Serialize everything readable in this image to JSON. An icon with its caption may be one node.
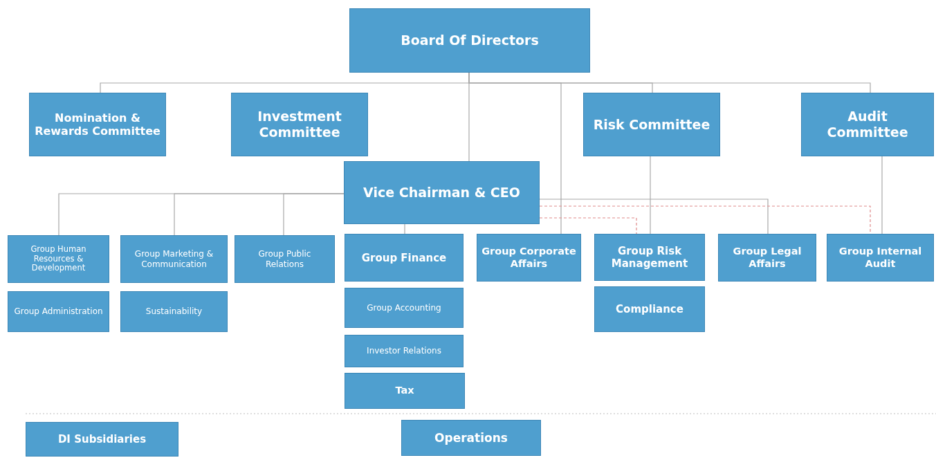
{
  "diagram": {
    "nodes": [
      {
        "text": [
          "Board Of Directors"
        ]
      },
      {
        "text": [
          "Nomination & Rewards Committee"
        ]
      },
      {
        "text": [
          "Investment Committee"
        ]
      },
      {
        "text": [
          "Risk Committee"
        ]
      },
      {
        "text": [
          "Audit Committee"
        ]
      },
      {
        "text": [
          "Vice Chairman & CEO"
        ]
      },
      {
        "text": [
          "Group Human Resources & Development"
        ]
      },
      {
        "text": [
          "Group Marketing & Communication"
        ]
      },
      {
        "text": [
          "Group Public Relations"
        ]
      },
      {
        "text": [
          "Group Finance"
        ]
      },
      {
        "text": [
          "Group Corporate Affairs"
        ]
      },
      {
        "text": [
          "Group Risk Management"
        ]
      },
      {
        "text": [
          "Group Legal Affairs"
        ]
      },
      {
        "text": [
          "Group Internal Audit"
        ]
      },
      {
        "text": [
          "Group Administration"
        ]
      },
      {
        "text": [
          "Sustainability"
        ]
      },
      {
        "text": [
          "Group Accounting"
        ]
      },
      {
        "text": [
          "Investor Relations"
        ]
      },
      {
        "text": [
          "Tax"
        ]
      },
      {
        "text": [
          "Compliance"
        ]
      },
      {
        "text": [
          "DI Subsidiaries"
        ]
      },
      {
        "text": [
          "Operations"
        ]
      }
    ],
    "edges": [
      {
        "from": 0,
        "to": 1,
        "arrow": "none"
      },
      {
        "from": 0,
        "to": 3,
        "arrow": "none"
      },
      {
        "from": 0,
        "to": 4,
        "arrow": "none"
      },
      {
        "from": 0,
        "to": 5,
        "arrow": "none"
      },
      {
        "from": 0,
        "to": 10,
        "arrow": "none"
      },
      {
        "from": 3,
        "to": 11,
        "arrow": "none"
      },
      {
        "from": 4,
        "to": 13,
        "arrow": "none"
      },
      {
        "from": 5,
        "to": 6,
        "arrow": "none"
      },
      {
        "from": 5,
        "to": 7,
        "arrow": "none"
      },
      {
        "from": 5,
        "to": 8,
        "arrow": "none"
      },
      {
        "from": 5,
        "to": 9,
        "arrow": "none"
      },
      {
        "from": 5,
        "to": 12,
        "arrow": "none"
      },
      {
        "from": 5,
        "to": 11,
        "arrow": "none",
        "style": "dashed",
        "color": "#e08a8a"
      },
      {
        "from": 5,
        "to": 13,
        "arrow": "none",
        "style": "dashed",
        "color": "#e08a8a"
      }
    ]
  }
}
